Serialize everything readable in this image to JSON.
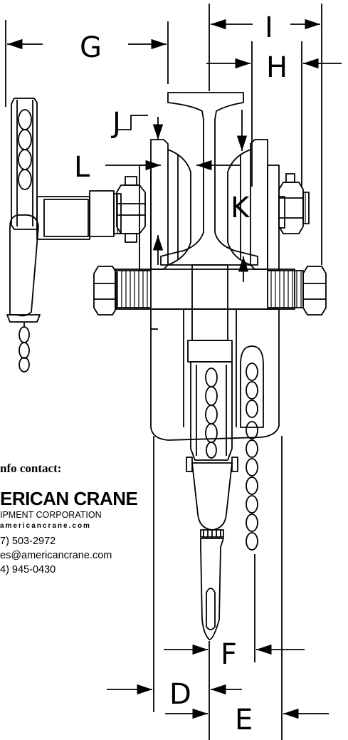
{
  "dimension_labels": {
    "G": "G",
    "I": "I",
    "H": "H",
    "J": "J",
    "L": "L",
    "K": "K",
    "F": "F",
    "D": "D",
    "E": "E"
  },
  "contact": {
    "heading": "nfo contact:",
    "brand_name": "ERICAN CRANE",
    "brand_subtitle": "IPMENT CORPORATION",
    "website": "americancrane.com",
    "phone": "7) 503-2972",
    "email": "es@americancrane.com",
    "fax": "4) 945-0430"
  }
}
